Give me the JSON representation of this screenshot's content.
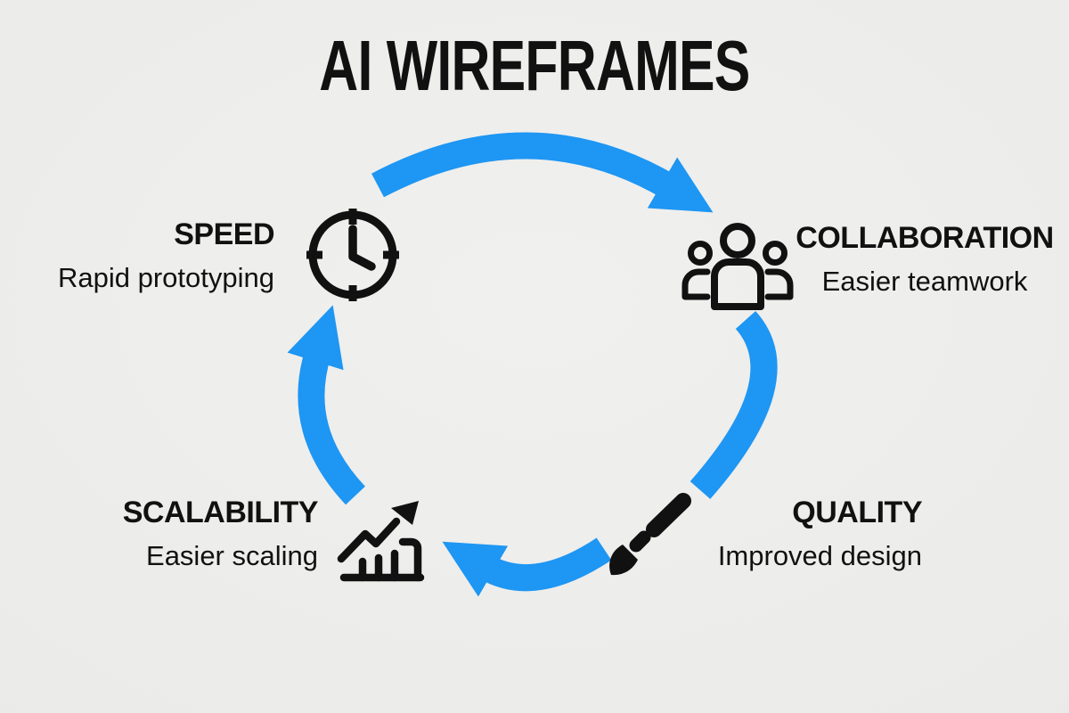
{
  "title": "AI WIREFRAMES",
  "colors": {
    "background": "#ececea",
    "accent_blue": "#1e96f3",
    "icon_and_text": "#111111"
  },
  "cycle": {
    "nodes": [
      {
        "id": "speed",
        "label": "SPEED",
        "description": "Rapid prototyping",
        "icon": "clock-icon"
      },
      {
        "id": "collaboration",
        "label": "COLLABORATION",
        "description": "Easier teamwork",
        "icon": "group-icon"
      },
      {
        "id": "quality",
        "label": "QUALITY",
        "description": "Improved design",
        "icon": "paintbrush-icon"
      },
      {
        "id": "scalability",
        "label": "SCALABILITY",
        "description": "Easier scaling",
        "icon": "growth-chart-icon"
      }
    ],
    "arrows": [
      {
        "from": "speed",
        "to": "collaboration"
      },
      {
        "from": "collaboration",
        "to": "quality"
      },
      {
        "from": "quality",
        "to": "scalability"
      },
      {
        "from": "scalability",
        "to": "speed"
      }
    ],
    "direction": "clockwise"
  }
}
